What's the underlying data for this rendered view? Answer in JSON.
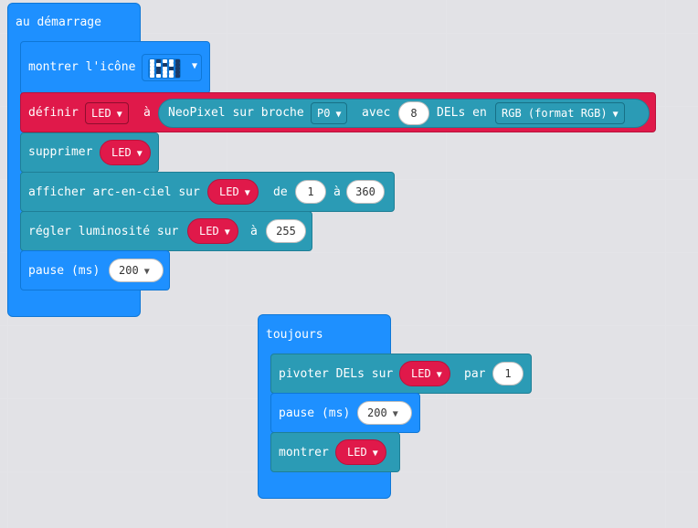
{
  "on_start": {
    "title": "au démarrage",
    "show_icon": {
      "label": "montrer l'icône",
      "icon_name": "custom-led-icon"
    },
    "set_strip": {
      "label": "définir",
      "var": "LED",
      "to": "à",
      "neopixel_label": "NeoPixel sur broche",
      "pin": "P0",
      "with": "avec",
      "count": "8",
      "leds_in": "DELs en",
      "mode": "RGB (format RGB)"
    },
    "clear": {
      "label": "supprimer",
      "var": "LED"
    },
    "rainbow": {
      "label": "afficher arc-en-ciel sur",
      "var": "LED",
      "from": "de",
      "start": "1",
      "to": "à",
      "end": "360"
    },
    "brightness": {
      "label": "régler luminosité sur",
      "var": "LED",
      "to": "à",
      "value": "255"
    },
    "pause": {
      "label": "pause (ms)",
      "value": "200"
    }
  },
  "forever": {
    "title": "toujours",
    "rotate": {
      "label": "pivoter DELs sur",
      "var": "LED",
      "by": "par",
      "value": "1"
    },
    "pause": {
      "label": "pause (ms)",
      "value": "200"
    },
    "show": {
      "label": "montrer",
      "var": "LED"
    }
  },
  "colors": {
    "basic_blue": "#1e90ff",
    "neopixel_teal": "#2b9bb5",
    "variable_red": "#e0194a",
    "workspace_bg": "#f6f6f8"
  }
}
